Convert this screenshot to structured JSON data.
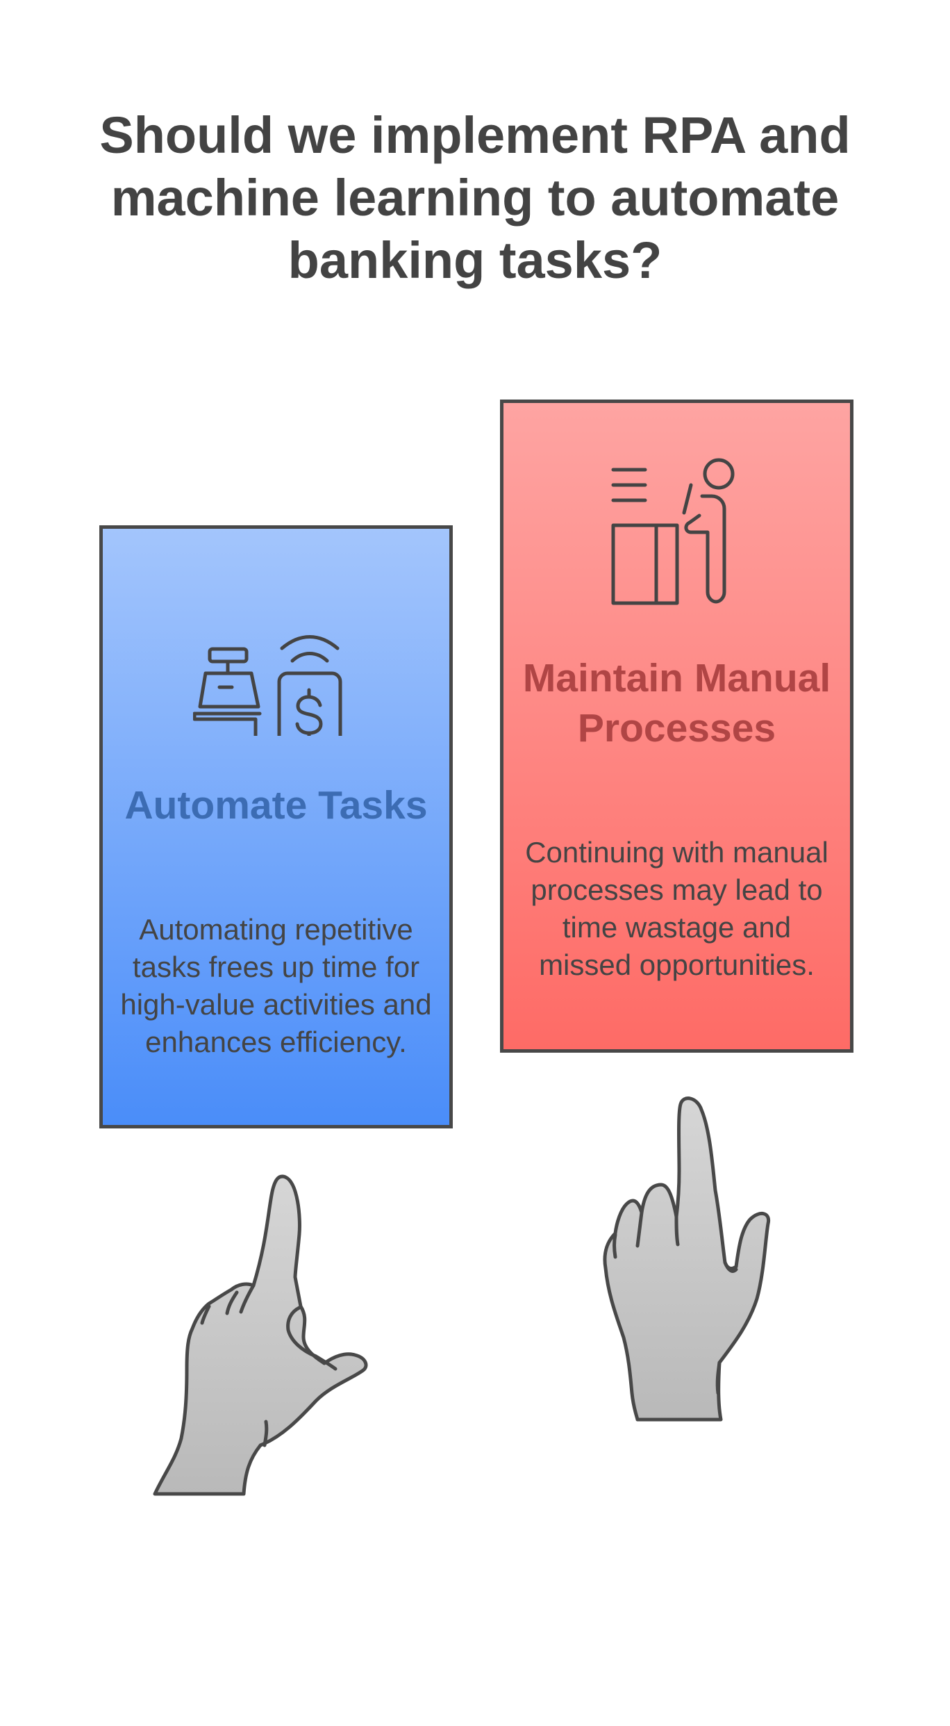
{
  "title": "Should we implement RPA and machine learning to automate banking tasks?",
  "options": [
    {
      "heading": "Automate Tasks",
      "description": "Automating repetitive tasks frees up time for high-value activities and enhances efficiency.",
      "icon": "cash-register-mobile-payment-icon",
      "color_top": "#a3c5fc",
      "color_bottom": "#4a8df9",
      "heading_color": "#3c6cb3"
    },
    {
      "heading": "Maintain Manual Processes",
      "description": "Continuing with manual processes may lead to time wastage and missed opportunities.",
      "icon": "person-at-desk-icon",
      "color_top": "#fea4a2",
      "color_bottom": "#fe6b66",
      "heading_color": "#b04545"
    }
  ]
}
